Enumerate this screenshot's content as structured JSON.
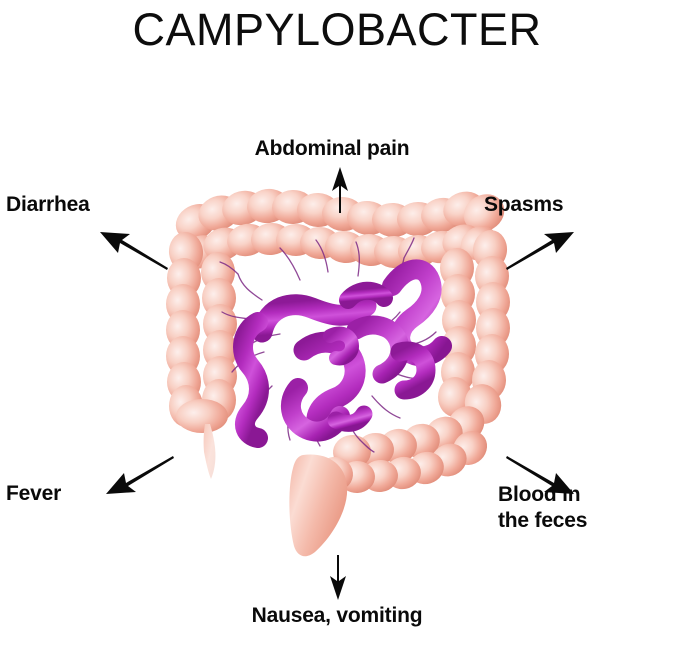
{
  "page": {
    "title": "CAMPYLOBACTER",
    "background_color": "#ffffff",
    "text_color": "#0a0a0a"
  },
  "illustration": {
    "name": "large-intestine-with-campylobacter-bacteria",
    "organ": "large intestine (colon)",
    "organ_parts": [
      "ascending colon",
      "transverse colon",
      "descending colon",
      "sigmoid colon",
      "cecum",
      "appendix",
      "rectum"
    ],
    "pathogen": "Campylobacter",
    "pathogen_shape": "spiral / S-shaped rods with flagella",
    "colors": {
      "colon_outline": "#e07f6d",
      "colon_mid": "#f0a897",
      "colon_light": "#fbe0d9",
      "bacteria_dark": "#8c1a96",
      "bacteria_mid": "#b829c4",
      "bacteria_light": "#d866e2",
      "flagella": "#7d2a86"
    }
  },
  "labels": {
    "abdominal_pain": "Abdominal pain",
    "diarrhea": "Diarrhea",
    "spasms": "Spasms",
    "fever": "Fever",
    "blood_in_the_feces": "Blood in\nthe feces",
    "nausea_vomiting": "Nausea, vomiting"
  },
  "arrows": [
    {
      "name": "arrow-abdominal-pain",
      "direction": "up"
    },
    {
      "name": "arrow-diarrhea",
      "direction": "up-left"
    },
    {
      "name": "arrow-spasms",
      "direction": "up-right"
    },
    {
      "name": "arrow-fever",
      "direction": "down-left"
    },
    {
      "name": "arrow-blood-in-the-feces",
      "direction": "down-right"
    },
    {
      "name": "arrow-nausea-vomiting",
      "direction": "down"
    }
  ]
}
